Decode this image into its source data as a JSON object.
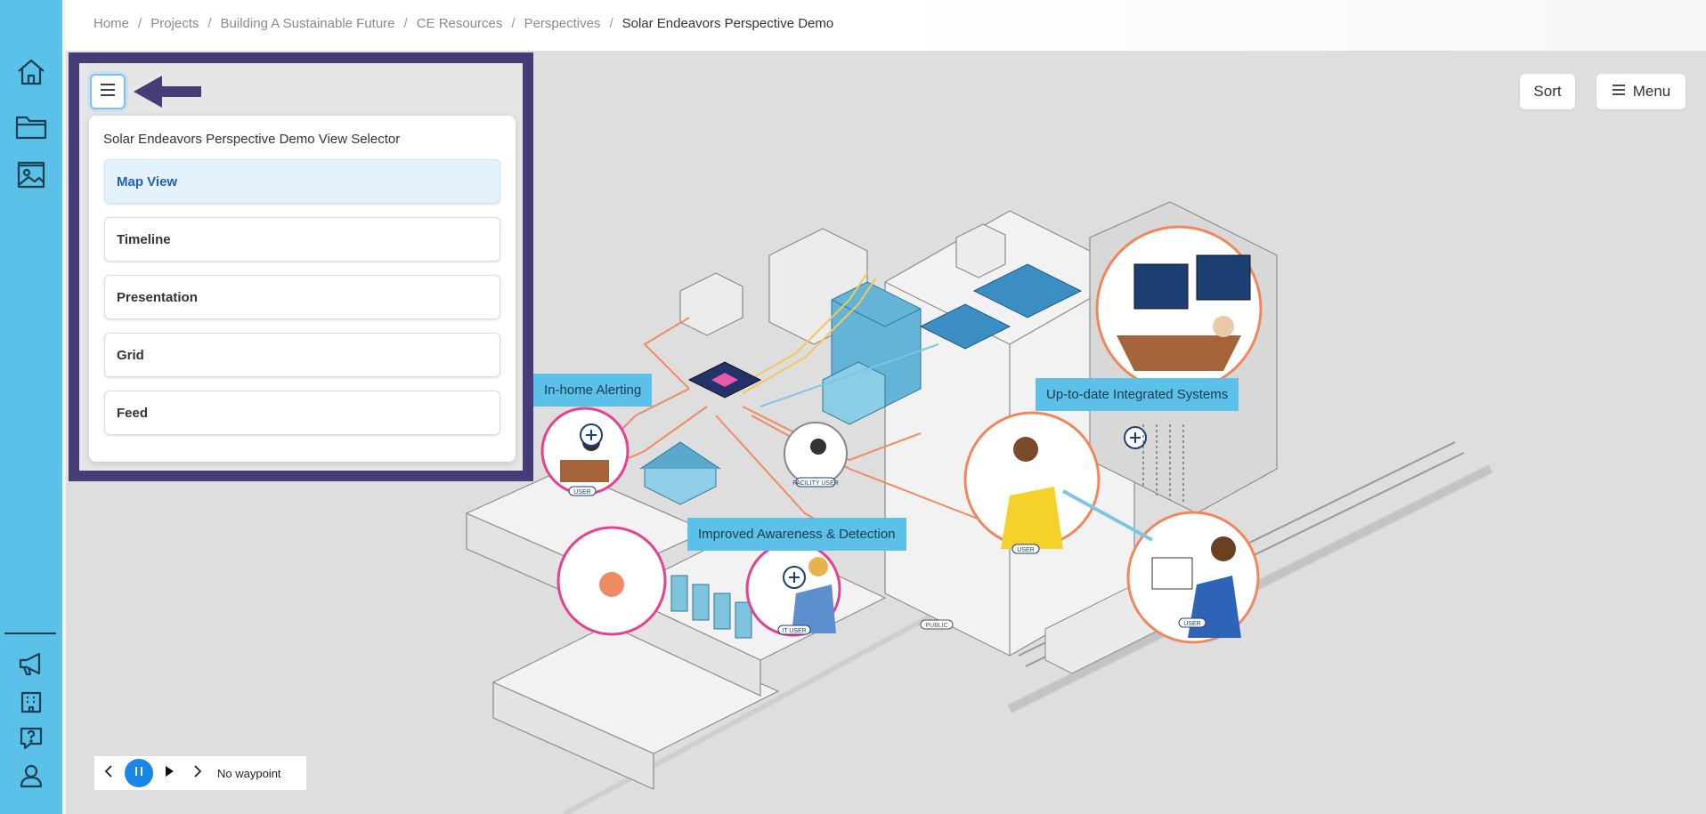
{
  "breadcrumb": {
    "items": [
      "Home",
      "Projects",
      "Building A Sustainable Future",
      "CE Resources",
      "Perspectives"
    ],
    "current": "Solar Endeavors Perspective Demo",
    "separator": "/"
  },
  "sidebar": {
    "top_icons": [
      "home-icon",
      "folder-icon",
      "gallery-icon"
    ],
    "bottom_icons": [
      "megaphone-icon",
      "building-icon",
      "help-chat-icon",
      "user-icon"
    ]
  },
  "toolbar": {
    "sort_label": "Sort",
    "menu_label": "Menu"
  },
  "view_selector": {
    "title": "Solar Endeavors Perspective Demo View Selector",
    "options": [
      "Map View",
      "Timeline",
      "Presentation",
      "Grid",
      "Feed"
    ],
    "selected": "Map View"
  },
  "illustration": {
    "labels": {
      "in_home": "In-home Alerting",
      "up_to_date": "Up-to-date Integrated Systems",
      "awareness": "Improved Awareness & Detection"
    },
    "badges": {
      "user": "USER",
      "it_user": "IT USER",
      "facility_user": "FACILITY USER",
      "public": "PUBLIC"
    }
  },
  "player": {
    "waypoint": "No waypoint"
  },
  "colors": {
    "rail": "#5bc1e8",
    "frame": "#463c77",
    "accent": "#1a86e8",
    "tag": "#5bc1e8"
  }
}
